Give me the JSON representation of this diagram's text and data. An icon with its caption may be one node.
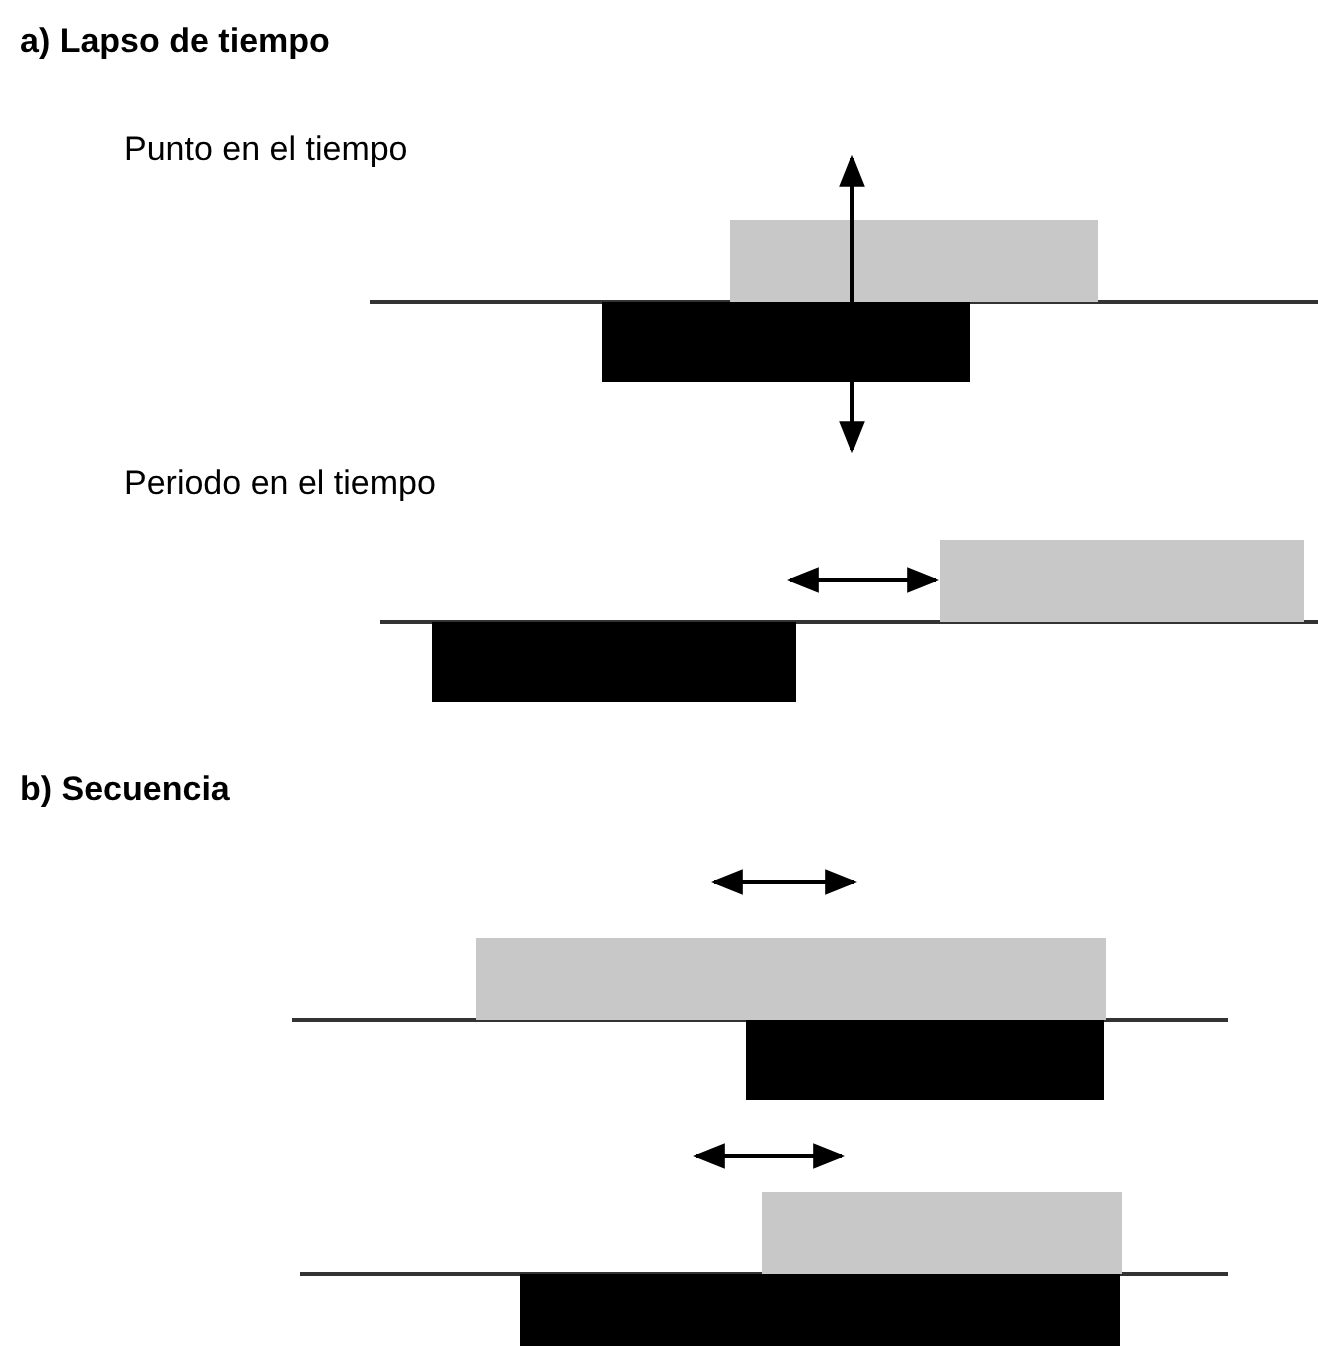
{
  "diagram": {
    "labels": [
      "a) Lapso de tiempo",
      "Punto en el tiempo",
      "Periodo en el tiempo",
      "b) Secuencia"
    ]
  }
}
